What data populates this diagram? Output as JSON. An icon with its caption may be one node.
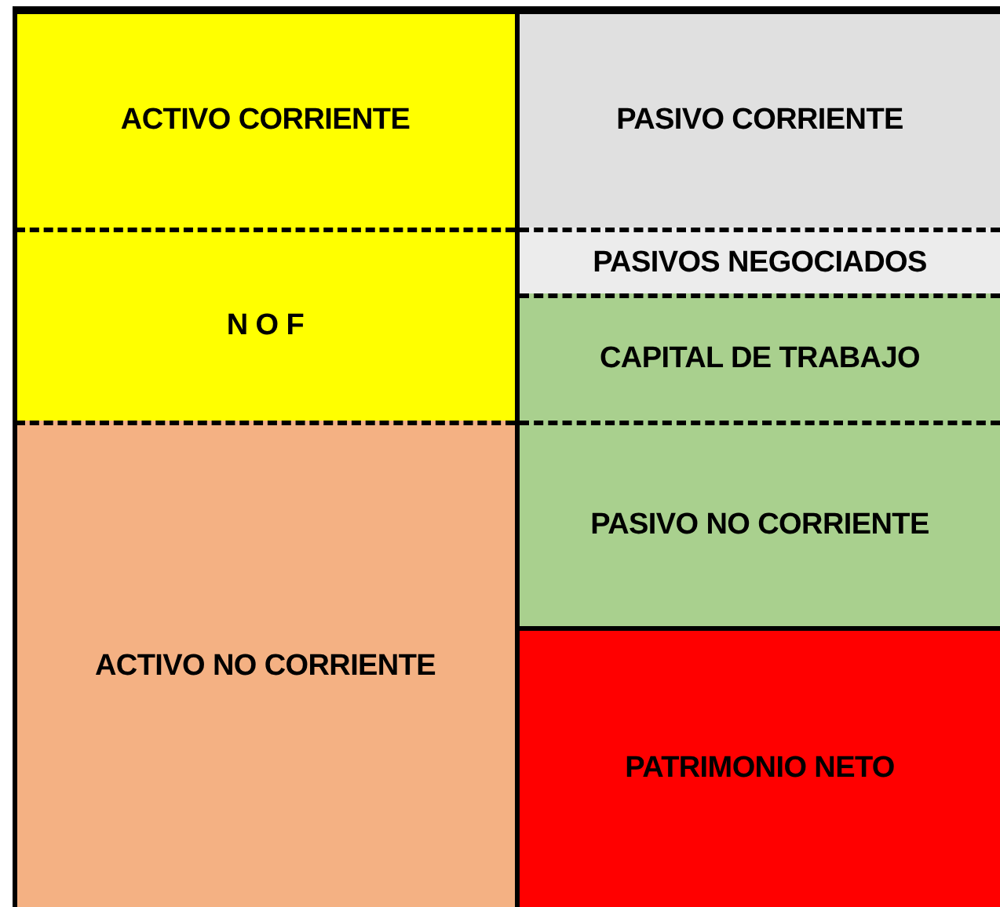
{
  "diagram": {
    "nodes": [
      {
        "text": [
          "ACTIVO CORRIENTE"
        ]
      },
      {
        "text": [
          "N O F"
        ]
      },
      {
        "text": [
          "ACTIVO NO CORRIENTE"
        ]
      },
      {
        "text": [
          "PASIVO CORRIENTE"
        ]
      },
      {
        "text": [
          "PASIVOS NEGOCIADOS"
        ]
      },
      {
        "text": [
          "CAPITAL DE TRABAJO"
        ]
      },
      {
        "text": [
          "PASIVO NO CORRIENTE"
        ]
      },
      {
        "text": [
          "PATRIMONIO NETO"
        ]
      }
    ]
  }
}
